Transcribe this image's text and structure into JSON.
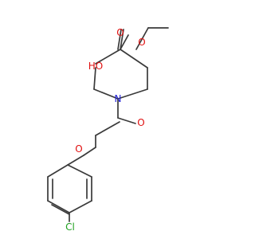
{
  "diagram": {
    "atoms": [
      {
        "id": "O_carbonyl_ester",
        "text": "O",
        "color": "#e01010"
      },
      {
        "id": "O_ester",
        "text": "O",
        "color": "#e01010"
      },
      {
        "id": "HO",
        "text": "HO",
        "color": "#e01010"
      },
      {
        "id": "N",
        "text": "N",
        "color": "#2020d8"
      },
      {
        "id": "O_amide",
        "text": "O",
        "color": "#e01010"
      },
      {
        "id": "O_ether",
        "text": "O",
        "color": "#e01010"
      },
      {
        "id": "Cl",
        "text": "Cl",
        "color": "#1fa01f"
      }
    ],
    "bond_color": "#3a3a3a"
  }
}
